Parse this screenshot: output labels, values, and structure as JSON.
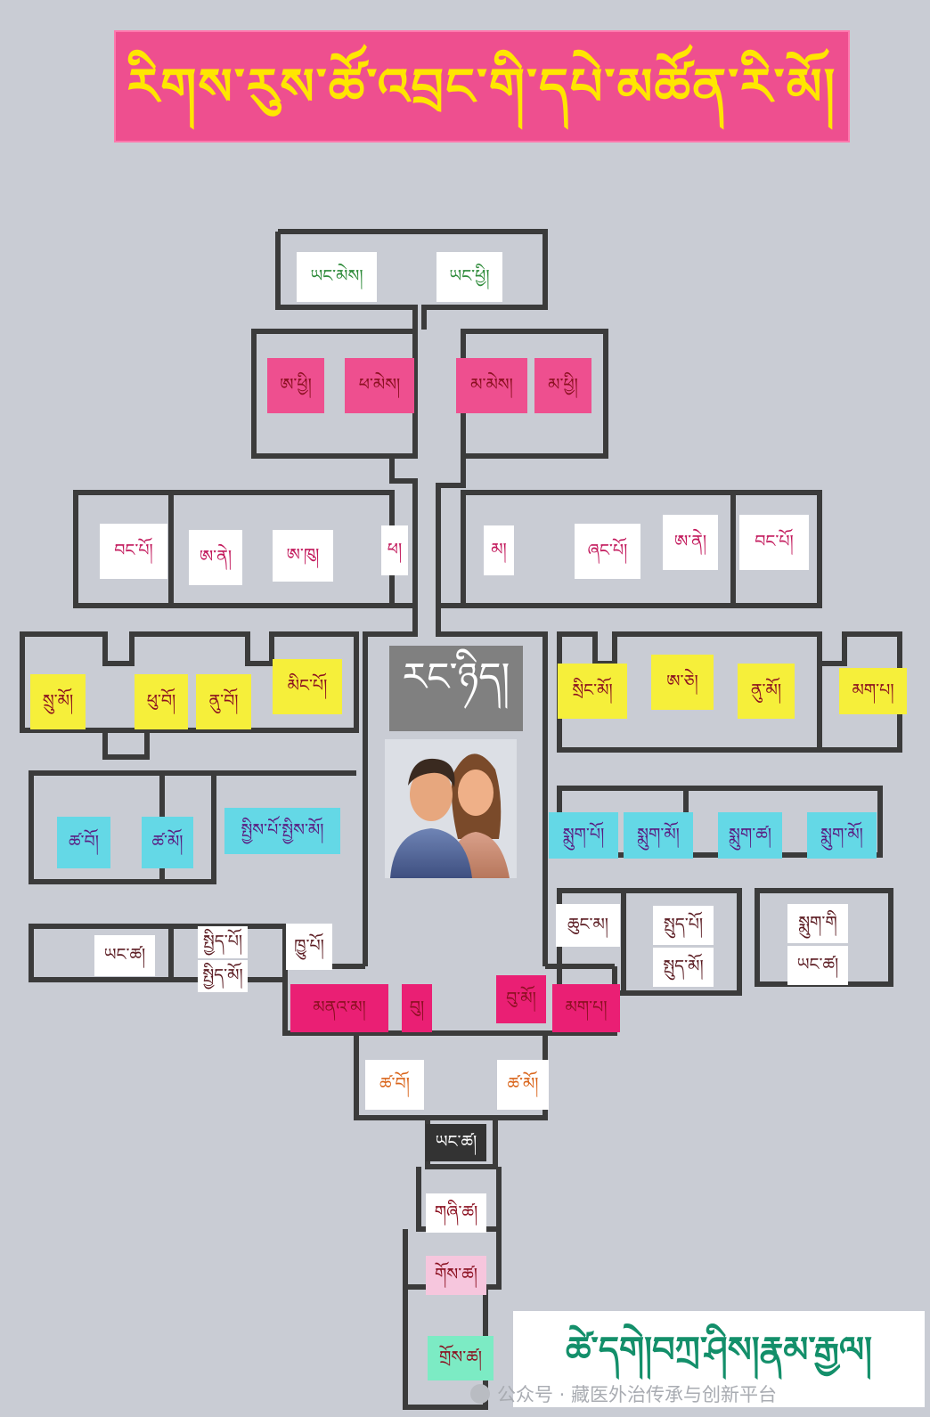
{
  "title": "རིགས་རུས་ཚོ་འབྲང་གི་དཔེ་མཚོན་རི་མོ།",
  "colors": {
    "background": "#c9ccd4",
    "wire": "#3b3b3b",
    "title_bg": "#ee4f8f",
    "title_fg": "#ffe600",
    "white": "#ffffff",
    "pink": "#ee4f8f",
    "yellow": "#f6ef3a",
    "cyan": "#64d8e6",
    "magenta": "#ea1f74",
    "dark": "#333333",
    "lightpink": "#f6c6dd",
    "mint": "#7cebc4",
    "self_bg": "#808080",
    "footer_fg": "#138f6a"
  },
  "center": {
    "label": "རང་ཉིད།",
    "icon": "couple-avatar-icon"
  },
  "relatives": [
    {
      "key": "great-grandfather",
      "text": "ཡང་མེས།",
      "fill": "white",
      "color": "#2e8b3a"
    },
    {
      "key": "great-grandmother",
      "text": "ཡང་ཕྱི།",
      "fill": "white",
      "color": "#2e8b3a"
    },
    {
      "key": "paternal-grandmother",
      "text": "ཨ་ཕྱི།",
      "fill": "pink",
      "color": "#8b1020"
    },
    {
      "key": "paternal-grandfather",
      "text": "ཕ་མེས།",
      "fill": "pink",
      "color": "#8b1020"
    },
    {
      "key": "maternal-grandfather",
      "text": "མ་མེས།",
      "fill": "pink",
      "color": "#8b1020"
    },
    {
      "key": "maternal-grandmother",
      "text": "མ་ཕྱི།",
      "fill": "pink",
      "color": "#8b1020"
    },
    {
      "key": "paternal-uncle-wife",
      "text": "བང་པོ།",
      "fill": "white",
      "color": "#c2185b"
    },
    {
      "key": "paternal-aunt",
      "text": "ཨ་ནེ།",
      "fill": "white",
      "color": "#c2185b"
    },
    {
      "key": "paternal-uncle",
      "text": "ཨ་ཁུ།",
      "fill": "white",
      "color": "#c2185b"
    },
    {
      "key": "father",
      "text": "ཕ།",
      "fill": "white",
      "color": "#c2185b"
    },
    {
      "key": "mother",
      "text": "མ།",
      "fill": "white",
      "color": "#c2185b"
    },
    {
      "key": "maternal-uncle-wife",
      "text": "ཞང་པོ།",
      "fill": "white",
      "color": "#c2185b"
    },
    {
      "key": "maternal-aunt",
      "text": "ཨ་ནེ།",
      "fill": "white",
      "color": "#c2185b"
    },
    {
      "key": "maternal-uncle",
      "text": "བང་པོ།",
      "fill": "white",
      "color": "#c2185b"
    },
    {
      "key": "sister-in-law",
      "text": "སྲུ་མོ།",
      "fill": "yellow",
      "color": "#8b1020"
    },
    {
      "key": "brother-in-law",
      "text": "ཕུ་བོ།",
      "fill": "yellow",
      "color": "#8b1020"
    },
    {
      "key": "younger-brother",
      "text": "ནུ་བོ།",
      "fill": "yellow",
      "color": "#8b1020"
    },
    {
      "key": "husband",
      "text": "མིང་པོ།",
      "fill": "yellow",
      "color": "#8b1020"
    },
    {
      "key": "wife",
      "text": "སྲིང་མོ།",
      "fill": "yellow",
      "color": "#8b1020"
    },
    {
      "key": "elder-sister",
      "text": "ཨ་ཅེ།",
      "fill": "yellow",
      "color": "#8b1020"
    },
    {
      "key": "younger-sister",
      "text": "ནུ་མོ།",
      "fill": "yellow",
      "color": "#8b1020"
    },
    {
      "key": "in-law",
      "text": "མག་པ།",
      "fill": "yellow",
      "color": "#8b1020"
    },
    {
      "key": "nephew",
      "text": "ཚ་བོ།",
      "fill": "cyan",
      "color": "#5a1a80"
    },
    {
      "key": "niece",
      "text": "ཚ་མོ།",
      "fill": "cyan",
      "color": "#5a1a80"
    },
    {
      "key": "cousins",
      "text": "སྤྱིས་པོ་སྤྱིས་མོ།",
      "fill": "cyan",
      "color": "#5a1a80"
    },
    {
      "key": "step-son",
      "text": "སྨུག་པོ།",
      "fill": "cyan",
      "color": "#5a1a80"
    },
    {
      "key": "step-daughter",
      "text": "སྨུག་མོ།",
      "fill": "cyan",
      "color": "#5a1a80"
    },
    {
      "key": "great-nephew",
      "text": " སྨུག་ཚ།",
      "fill": "cyan",
      "color": "#5a1a80"
    },
    {
      "key": "great-niece",
      "text": "སྨུག་མོ།",
      "fill": "cyan",
      "color": "#5a1a80"
    },
    {
      "key": "grand-nephew",
      "text": "ཡང་ཚ།",
      "fill": "white",
      "color": "#5a1a20"
    },
    {
      "key": "second-cousin-m",
      "text": "སྤྱིད་པོ།",
      "fill": "white",
      "color": "#5a1a20"
    },
    {
      "key": "second-cousin-f",
      "text": "སྤྱིད་མོ།",
      "fill": "white",
      "color": "#5a1a20"
    },
    {
      "key": "cousin-son",
      "text": "ཁྱུ་པོ།",
      "fill": "white",
      "color": "#5a1a20"
    },
    {
      "key": "relative",
      "text": "ཆུང་མ།",
      "fill": "white",
      "color": "#5a1a20"
    },
    {
      "key": "kin-m",
      "text": "སྤུད་པོ།",
      "fill": "white",
      "color": "#5a1a20"
    },
    {
      "key": "kin-f",
      "text": "སྤུད་མོ།",
      "fill": "white",
      "color": "#5a1a20"
    },
    {
      "key": "far-kin",
      "text": "སྨུག་གི",
      "fill": "white",
      "color": "#5a1a20"
    },
    {
      "key": "far-kin-2",
      "text": "ཡང་ཚ།",
      "fill": "white",
      "color": "#5a1a20"
    },
    {
      "key": "daughter-in-law",
      "text": "མནའ་མ།",
      "fill": "magenta",
      "color": "#8b1020"
    },
    {
      "key": "son",
      "text": "བུ།",
      "fill": "magenta",
      "color": "#8b1020"
    },
    {
      "key": "daughter",
      "text": "བུ་མོ།",
      "fill": "magenta",
      "color": "#8b1020"
    },
    {
      "key": "son-in-law",
      "text": "མག་པ།",
      "fill": "magenta",
      "color": "#8b1020"
    },
    {
      "key": "grandson",
      "text": "ཚ་བོ།",
      "fill": "white",
      "color": "#d9641a"
    },
    {
      "key": "granddaughter",
      "text": "ཚ་མོ།",
      "fill": "white",
      "color": "#d9641a"
    },
    {
      "key": "great-grandchild",
      "text": "ཡང་ཚ།",
      "fill": "dark",
      "color": "#ffffff"
    },
    {
      "key": "gen4",
      "text": "གཞི་ཚ།",
      "fill": "white",
      "color": "#8b1020"
    },
    {
      "key": "gen5",
      "text": "གོས་ཚ།",
      "fill": "lightpink",
      "color": "#8b1020"
    },
    {
      "key": "gen6",
      "text": "གྲོས་ཚ།",
      "fill": "mint",
      "color": "#8b1020"
    }
  ],
  "footer": {
    "text": "ཚེ་དགེ།བཀྲ་ཤིས།རྣམ་རྒྱལ།",
    "watermark": "公众号 · 藏医外治传承与创新平台"
  }
}
